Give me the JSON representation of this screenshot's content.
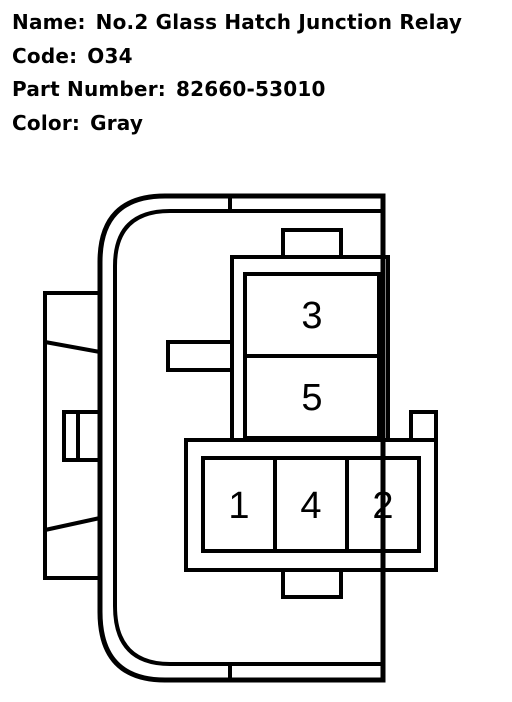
{
  "info": {
    "name_label": "Name:",
    "name_value": "No.2 Glass Hatch Junction Relay",
    "code_label": "Code:",
    "code_value": "O34",
    "part_label": "Part Number:",
    "part_value": "82660-53010",
    "color_label": "Color:",
    "color_value": "Gray"
  },
  "pins": {
    "p1": "1",
    "p2": "2",
    "p3": "3",
    "p4": "4",
    "p5": "5"
  }
}
